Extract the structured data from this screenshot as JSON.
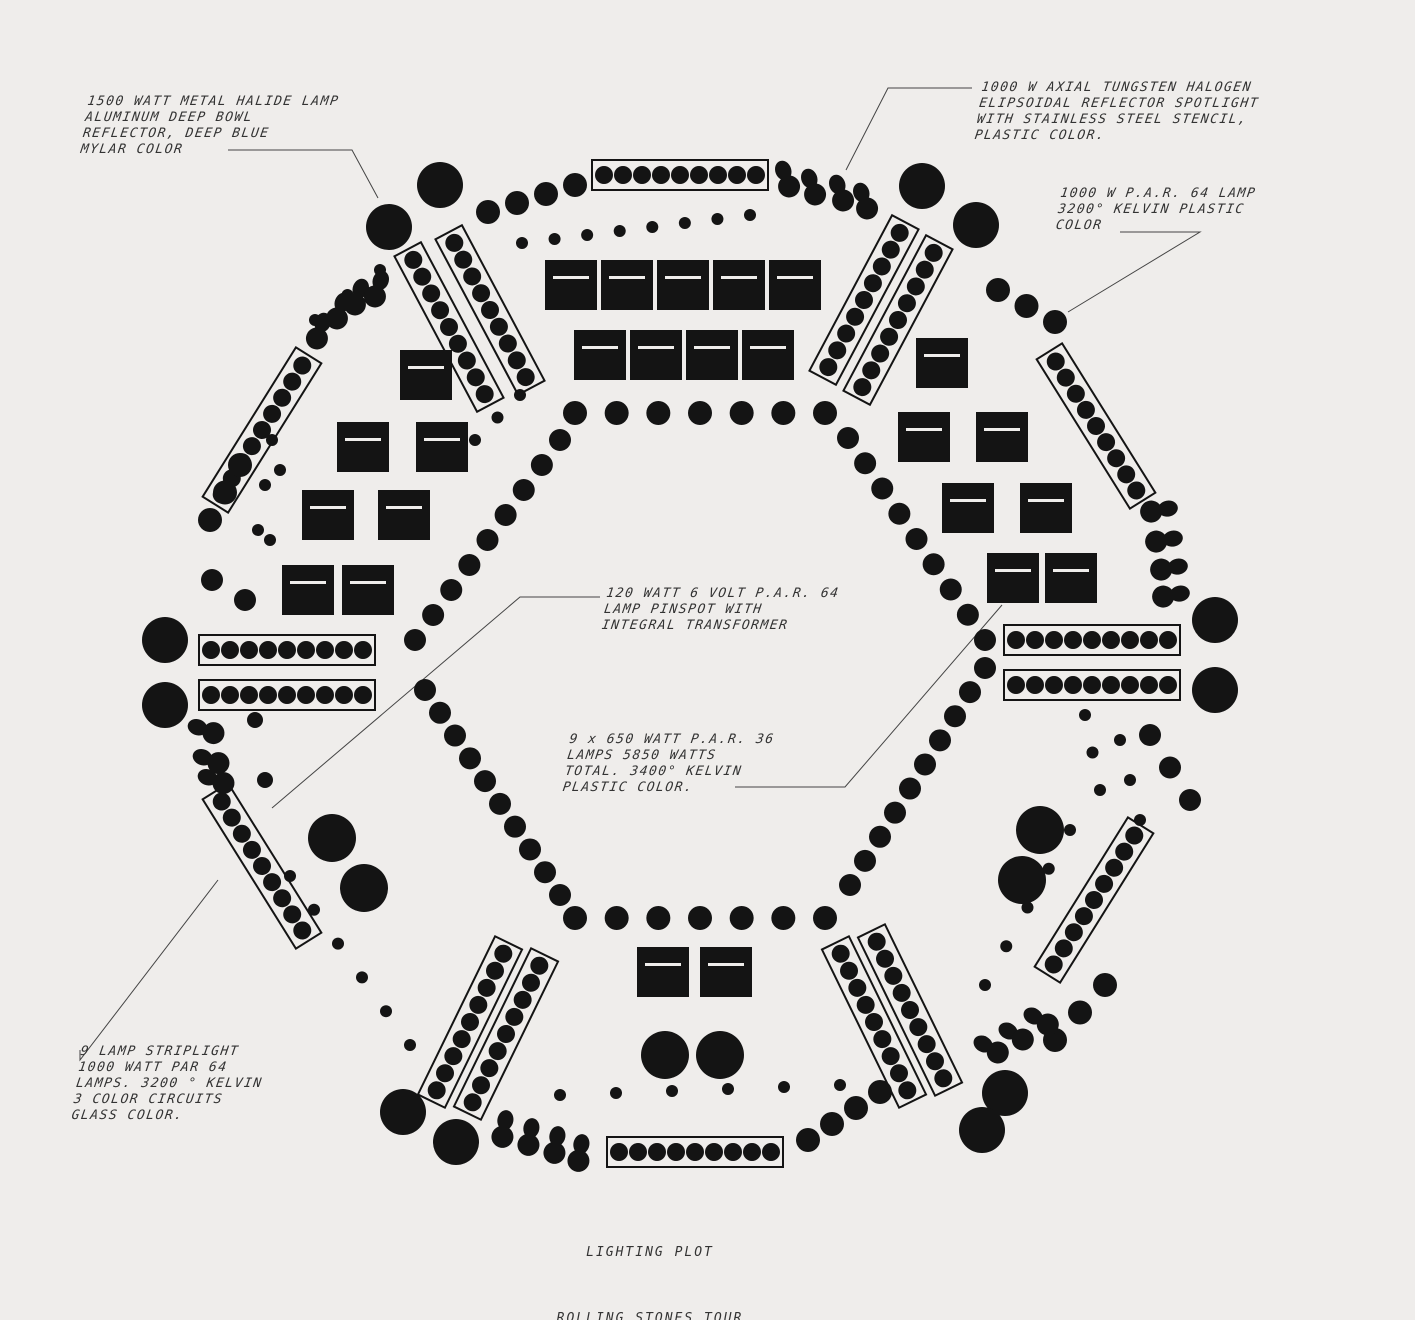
{
  "title": {
    "line1": "LIGHTING PLOT",
    "line2": "ROLLING STONES TOUR"
  },
  "annotations": {
    "metal_halide": "1500 WATT METAL HALIDE LAMP\nALUMINUM DEEP BOWL\nREFLECTOR, DEEP BLUE\nMYLAR COLOR",
    "spotlight": "1000 W AXIAL TUNGSTEN HALOGEN\nELIPSOIDAL REFLECTOR SPOTLIGHT\nWITH STAINLESS STEEL STENCIL,\nPLASTIC COLOR.",
    "par64": "1000 W P.A.R. 64 LAMP\n3200° KELVIN PLASTIC\nCOLOR",
    "pinspot": "120 WATT 6 VOLT P.A.R. 64\nLAMP PINSPOT WITH\nINTEGRAL TRANSFORMER",
    "par36": "9 x 650 WATT P.A.R. 36\nLAMPS 5850 WATTS\nTOTAL. 3400° KELVIN\nPLASTIC COLOR.",
    "striplight": "9 LAMP STRIPLIGHT\n1000 WATT PAR 64\nLAMPS. 3200 ° KELVIN\n3 COLOR CIRCUITS\nGLASS COLOR."
  },
  "colors": {
    "ink": "#141414",
    "paper": "#efedeb"
  }
}
